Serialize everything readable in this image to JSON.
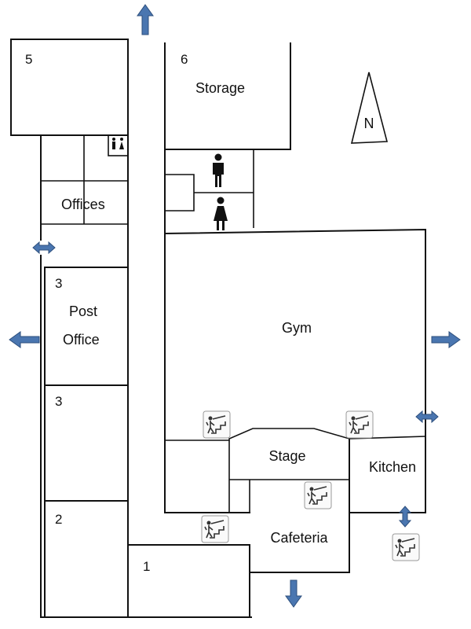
{
  "map": {
    "compass_label": "N",
    "rooms": {
      "room5": "5",
      "room6": "6",
      "storage": "Storage",
      "offices": "Offices",
      "post_office_number": "3",
      "post_office_line1": "Post",
      "post_office_line2": "Office",
      "room3": "3",
      "room2": "2",
      "room1": "1",
      "gym": "Gym",
      "stage": "Stage",
      "kitchen": "Kitchen",
      "cafeteria": "Cafeteria"
    },
    "restroom_icons": [
      "restroom-icon",
      "mens-restroom-icon",
      "womens-restroom-icon"
    ],
    "exit_arrow_color": "#4a76b0",
    "stair_icon": "stairs-with-person-icon"
  }
}
